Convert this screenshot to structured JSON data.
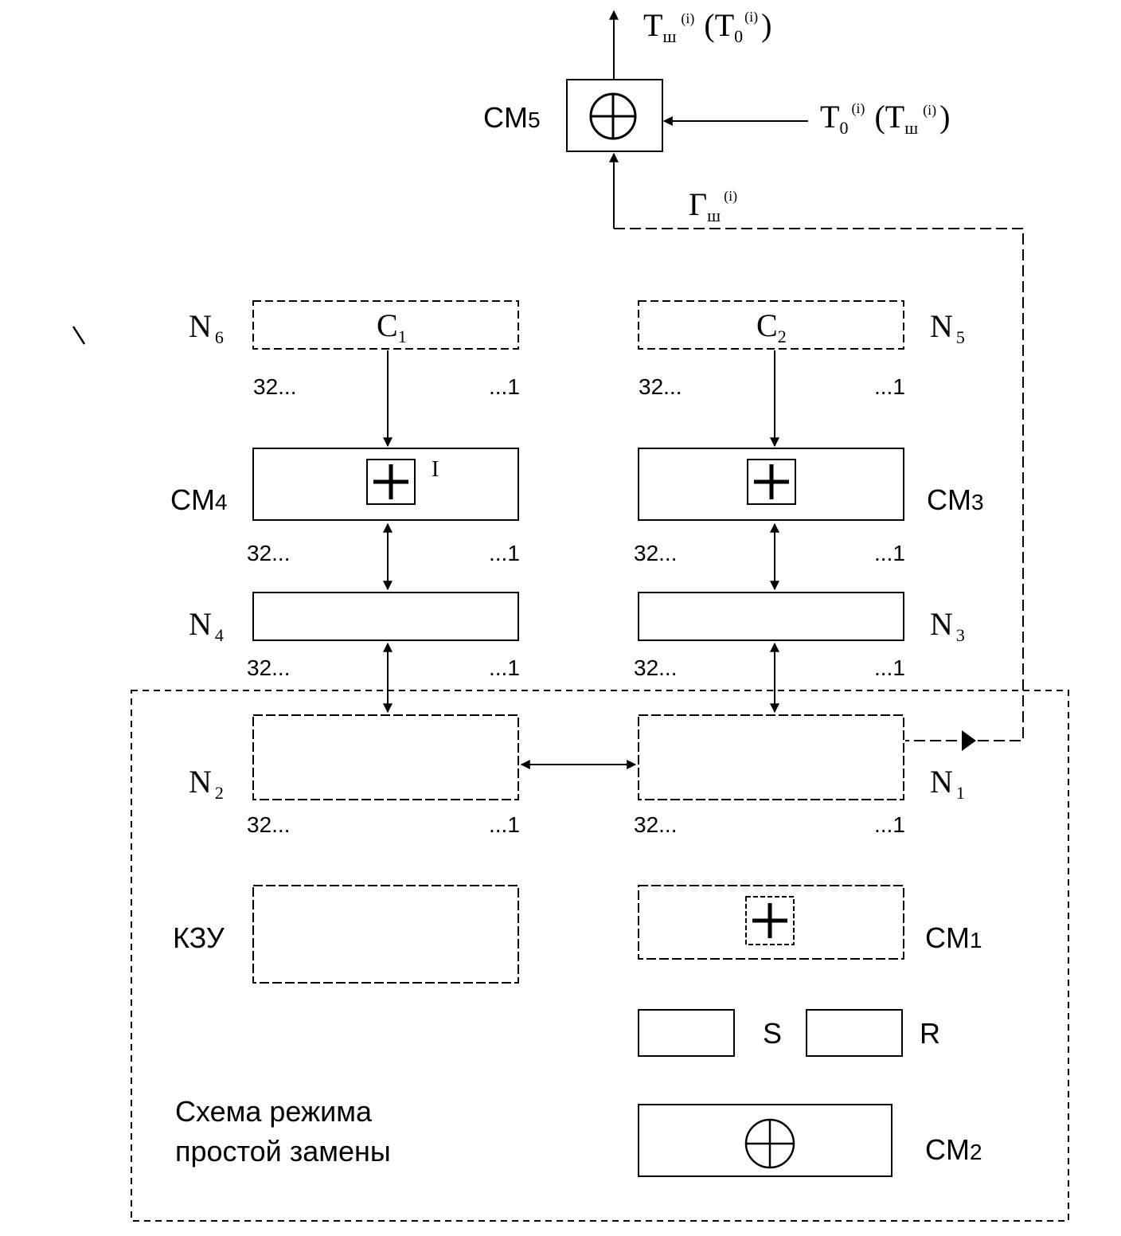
{
  "top": {
    "output_main": "T",
    "output_main_sub": "ш",
    "output_main_sup": "(i)",
    "output_alt_open": "(T",
    "output_alt_sub": "0",
    "output_alt_sup": "(i)",
    "output_alt_close": ")",
    "cm5_label": "CM",
    "cm5_index": "5",
    "input_main": "T",
    "input_main_sub": "0",
    "input_main_sup": "(i)",
    "input_alt_open": "(T",
    "input_alt_sub": "ш",
    "input_alt_sup": "(i)",
    "input_alt_close": ")",
    "gamma": "Г",
    "gamma_sub": "ш",
    "gamma_sup": "(i)"
  },
  "blocks": {
    "n6": {
      "name": "N",
      "index": "6",
      "content": "C",
      "content_index": "1"
    },
    "n5": {
      "name": "N",
      "index": "5",
      "content": "C",
      "content_index": "2"
    },
    "cm4": {
      "name": "CM",
      "index": "4",
      "mark": "I"
    },
    "cm3": {
      "name": "CM",
      "index": "3"
    },
    "n4": {
      "name": "N",
      "index": "4"
    },
    "n3": {
      "name": "N",
      "index": "3"
    },
    "n2": {
      "name": "N",
      "index": "2"
    },
    "n1": {
      "name": "N",
      "index": "1"
    },
    "kzu": {
      "name": "КЗУ"
    },
    "cm1": {
      "name": "CM",
      "index": "1"
    },
    "s": {
      "name": "S"
    },
    "r": {
      "name": "R"
    },
    "cm2": {
      "name": "CM",
      "index": "2"
    }
  },
  "bits": {
    "high": "32...",
    "low": "...1"
  },
  "caption": {
    "line1": "Схема режима",
    "line2": "простой замены"
  }
}
